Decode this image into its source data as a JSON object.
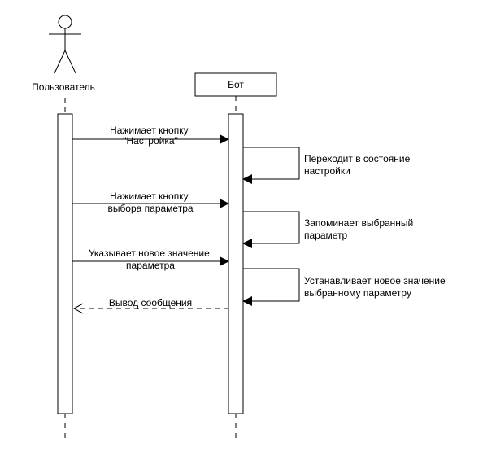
{
  "participants": {
    "user": {
      "label": "Пользователь"
    },
    "bot": {
      "label": "Бот"
    }
  },
  "messages": [
    {
      "id": "m1",
      "lines": [
        "Нажимает кнопку",
        "\"Настройка\""
      ],
      "type": "sync"
    },
    {
      "id": "m2",
      "lines": [
        "Нажимает кнопку",
        "выбора параметра"
      ],
      "type": "sync"
    },
    {
      "id": "m3",
      "lines": [
        "Указывает новое значение",
        "параметра"
      ],
      "type": "sync"
    }
  ],
  "self_messages": [
    {
      "id": "s1",
      "lines": [
        "Переходит в состояние",
        "настройки"
      ]
    },
    {
      "id": "s2",
      "lines": [
        "Запоминает выбранный",
        "параметр"
      ]
    },
    {
      "id": "s3",
      "lines": [
        "Устанавливает новое значение",
        "выбранному параметру"
      ]
    }
  ],
  "reply": {
    "id": "r1",
    "label": "Вывод сообщения",
    "type": "return"
  }
}
